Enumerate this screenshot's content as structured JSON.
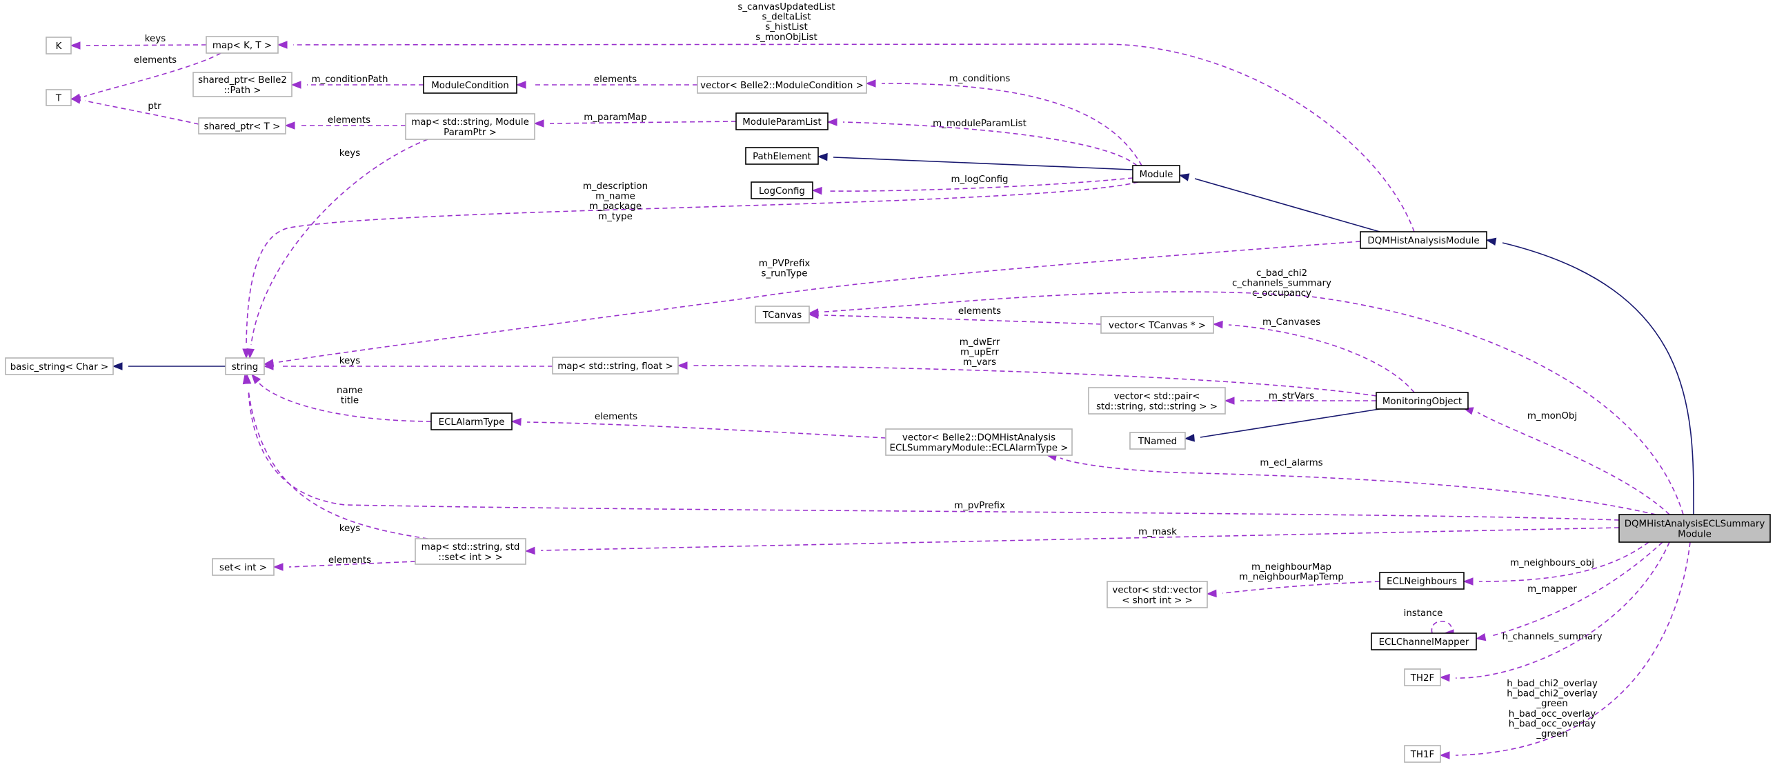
{
  "colors": {
    "usage_edge": "#9a32cd",
    "inherit_edge": "#191970",
    "gray_border": "#b3b3b3",
    "main_fill": "#bfbfbf"
  },
  "nodes": {
    "K": [
      "K"
    ],
    "T": [
      "T"
    ],
    "mapKT": [
      "map< K, T >"
    ],
    "sharedPath": [
      "shared_ptr< Belle2",
      "::Path >"
    ],
    "sharedT": [
      "shared_ptr< T >"
    ],
    "moduleCondition": [
      "ModuleCondition"
    ],
    "vectorModuleCondition": [
      "vector< Belle2::ModuleCondition >"
    ],
    "mapModuleParam": [
      "map< std::string, Module",
      "ParamPtr >"
    ],
    "moduleParamList": [
      "ModuleParamList"
    ],
    "pathElement": [
      "PathElement"
    ],
    "logConfig": [
      "LogConfig"
    ],
    "module": [
      "Module"
    ],
    "dqmHistAnalysisModule": [
      "DQMHistAnalysisModule"
    ],
    "tcanvas": [
      "TCanvas"
    ],
    "vectorTCanvas": [
      "vector< TCanvas * >"
    ],
    "basicString": [
      "basic_string< Char >"
    ],
    "string": [
      "string"
    ],
    "mapStringFloat": [
      "map< std::string, float >"
    ],
    "vectorPair": [
      "vector< std::pair<",
      "std::string, std::string > >"
    ],
    "monitoringObject": [
      "MonitoringObject"
    ],
    "tnamed": [
      "TNamed"
    ],
    "eclAlarmType": [
      "ECLAlarmType"
    ],
    "vectorAlarm": [
      "vector< Belle2::DQMHistAnalysis",
      "ECLSummaryModule::ECLAlarmType >"
    ],
    "mapStringSet": [
      "map< std::string, std",
      "::set< int > >"
    ],
    "setInt": [
      "set< int >"
    ],
    "main": [
      "DQMHistAnalysisECLSummary",
      "Module"
    ],
    "eclNeighbours": [
      "ECLNeighbours"
    ],
    "vectorVector": [
      "vector< std::vector",
      "< short int > >"
    ],
    "eclChannelMapper": [
      "ECLChannelMapper"
    ],
    "th2f": [
      "TH2F"
    ],
    "th1f": [
      "TH1F"
    ]
  },
  "edge_labels": {
    "canvasLists": [
      "s_canvasUpdatedList",
      "s_deltaList",
      "s_histList",
      "s_monObjList"
    ],
    "keysK": [
      "keys"
    ],
    "elementsT": [
      "elements"
    ],
    "ptr": [
      "ptr"
    ],
    "conditionPath": [
      "m_conditionPath"
    ],
    "elementsCondition": [
      "elements"
    ],
    "conditions": [
      "m_conditions"
    ],
    "elementsParam": [
      "elements"
    ],
    "paramMap": [
      "m_paramMap"
    ],
    "moduleParamList": [
      "m_moduleParamList"
    ],
    "logConfig": [
      "m_logConfig"
    ],
    "moduleStrings": [
      "m_description",
      "m_name",
      "m_package",
      "m_type"
    ],
    "keysParam": [
      "keys"
    ],
    "pvPrefixRunType": [
      "m_PVPrefix",
      "s_runType"
    ],
    "canvases": [
      "c_bad_chi2",
      "c_channels_summary",
      "c_occupancy"
    ],
    "elementsCanvas": [
      "elements"
    ],
    "mCanvases": [
      "m_Canvases"
    ],
    "keysFloat": [
      "keys"
    ],
    "vars": [
      "m_dwErr",
      "m_upErr",
      "m_vars"
    ],
    "strVars": [
      "m_strVars"
    ],
    "nameTitle": [
      "name",
      "title"
    ],
    "elementsAlarm": [
      "elements"
    ],
    "monObj": [
      "m_monObj"
    ],
    "eclAlarms": [
      "m_ecl_alarms"
    ],
    "pvPrefix": [
      "m_pvPrefix"
    ],
    "keysSet": [
      "keys"
    ],
    "mask": [
      "m_mask"
    ],
    "elementsSet": [
      "elements"
    ],
    "neighboursObj": [
      "m_neighbours_obj"
    ],
    "neighbourMap": [
      "m_neighbourMap",
      "m_neighbourMapTemp"
    ],
    "mapper": [
      "m_mapper"
    ],
    "instance": [
      "instance"
    ],
    "channelsSummary": [
      "h_channels_summary"
    ],
    "overlays": [
      "h_bad_chi2_overlay",
      "h_bad_chi2_overlay",
      "_green",
      "h_bad_occ_overlay",
      "h_bad_occ_overlay",
      "_green"
    ]
  }
}
